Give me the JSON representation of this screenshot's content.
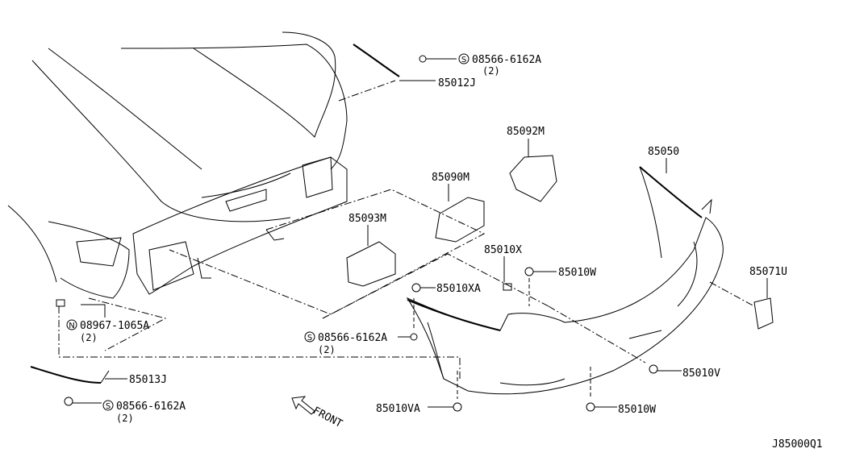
{
  "diagram_code": "J85000Q1",
  "front_label": "FRONT",
  "parts": [
    {
      "id": "p1",
      "prefix": "S",
      "number": "08566-6162A",
      "qty": "(2)"
    },
    {
      "id": "p2",
      "number": "85012J"
    },
    {
      "id": "p3",
      "number": "85092M"
    },
    {
      "id": "p4",
      "number": "85050"
    },
    {
      "id": "p5",
      "number": "85090M"
    },
    {
      "id": "p6",
      "number": "85093M"
    },
    {
      "id": "p7",
      "number": "85010X"
    },
    {
      "id": "p8",
      "number": "85010W"
    },
    {
      "id": "p9",
      "number": "85071U"
    },
    {
      "id": "p10",
      "number": "85010XA"
    },
    {
      "id": "p11",
      "prefix": "N",
      "number": "08967-1065A",
      "qty": "(2)"
    },
    {
      "id": "p12",
      "prefix": "S",
      "number": "08566-6162A",
      "qty": "(2)"
    },
    {
      "id": "p13",
      "number": "85013J"
    },
    {
      "id": "p14",
      "prefix": "S",
      "number": "08566-6162A",
      "qty": "(2)"
    },
    {
      "id": "p15",
      "number": "85010V"
    },
    {
      "id": "p16",
      "number": "85010VA"
    },
    {
      "id": "p17",
      "number": "85010W"
    }
  ]
}
